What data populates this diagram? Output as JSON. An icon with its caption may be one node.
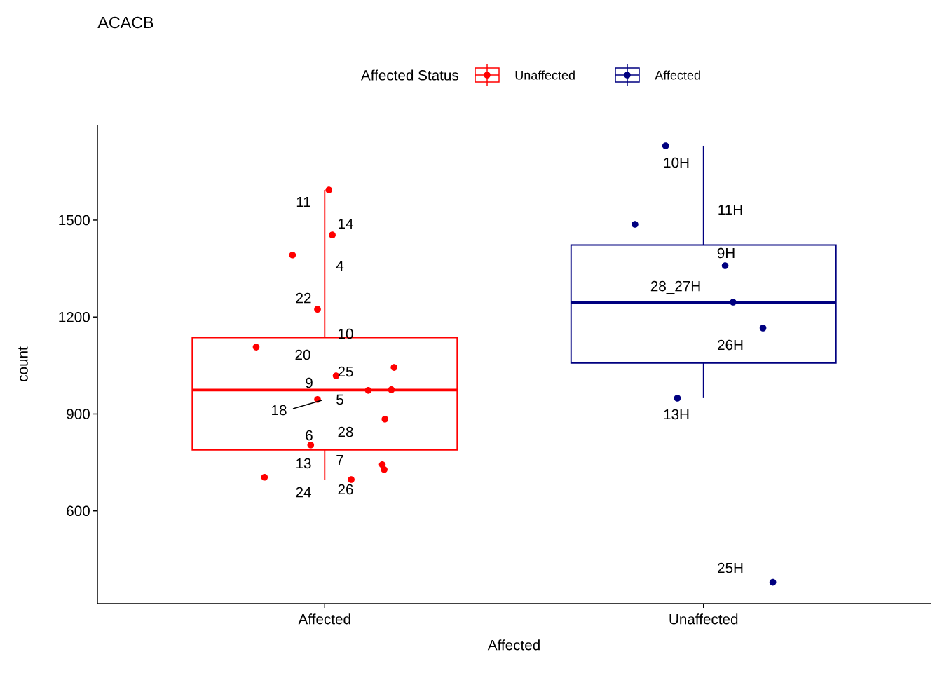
{
  "diagram": {
    "title": "ACACB",
    "labels": [
      "Affected Status"
    ],
    "legend": [
      {
        "text": "Unaffected"
      },
      {
        "text": "Affected"
      }
    ],
    "chart_data": {
      "type": "scatter",
      "xlabel": "Affected",
      "ylabel": "count",
      "categories": [
        "Affected",
        "Unaffected"
      ],
      "ylim": [
        313,
        1795
      ],
      "yticks": [
        600,
        900,
        1200,
        1500
      ],
      "series": [
        {
          "color": "#ff0000",
          "values": [
            1593,
            null
          ]
        },
        {
          "color": "#ff0000",
          "values": [
            1454,
            null
          ]
        },
        {
          "color": "#ff0000",
          "values": [
            1392,
            null
          ]
        },
        {
          "color": "#ff0000",
          "values": [
            1224,
            null
          ]
        },
        {
          "color": "#ff0000",
          "values": [
            1107,
            null
          ]
        },
        {
          "color": "#ff0000",
          "values": [
            1044,
            null
          ]
        },
        {
          "color": "#ff0000",
          "values": [
            1018,
            null
          ]
        },
        {
          "color": "#ff0000",
          "values": [
            973,
            null
          ]
        },
        {
          "color": "#ff0000",
          "values": [
            975,
            null
          ]
        },
        {
          "color": "#ff0000",
          "values": [
            945,
            null
          ]
        },
        {
          "color": "#ff0000",
          "values": [
            884,
            null
          ]
        },
        {
          "color": "#ff0000",
          "values": [
            804,
            null
          ]
        },
        {
          "color": "#ff0000",
          "values": [
            743,
            null
          ]
        },
        {
          "color": "#ff0000",
          "values": [
            728,
            null
          ]
        },
        {
          "color": "#ff0000",
          "values": [
            704,
            null
          ]
        },
        {
          "color": "#ff0000",
          "values": [
            697,
            null
          ]
        },
        {
          "color": "#000080",
          "values": [
            null,
            1730
          ]
        },
        {
          "color": "#000080",
          "values": [
            null,
            1487
          ]
        },
        {
          "color": "#000080",
          "values": [
            null,
            1359
          ]
        },
        {
          "color": "#000080",
          "values": [
            null,
            1246
          ]
        },
        {
          "color": "#000080",
          "values": [
            null,
            1166
          ]
        },
        {
          "color": "#000080",
          "values": [
            null,
            949
          ]
        },
        {
          "color": "#000080",
          "values": [
            null,
            379
          ]
        }
      ],
      "annotations": [
        "11",
        "14",
        "4",
        "22",
        "10",
        "20",
        "25",
        "9",
        "5",
        "18",
        "6",
        "28",
        "13",
        "7",
        "24",
        "26",
        "10H",
        "11H",
        "9H",
        "28_27H",
        "26H",
        "13H",
        "25H"
      ]
    }
  }
}
